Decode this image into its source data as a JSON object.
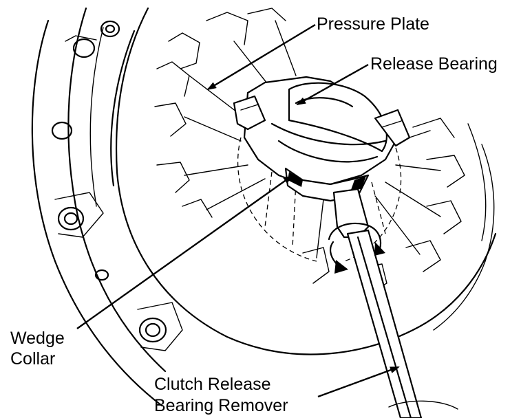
{
  "labels": {
    "pressure_plate": "Pressure Plate",
    "release_bearing": "Release Bearing",
    "wedge_line1": "Wedge",
    "wedge_line2": "Collar",
    "remover_line1": "Clutch Release",
    "remover_line2": "Bearing Remover"
  },
  "colors": {
    "ink": "#000000",
    "paper": "#ffffff"
  }
}
